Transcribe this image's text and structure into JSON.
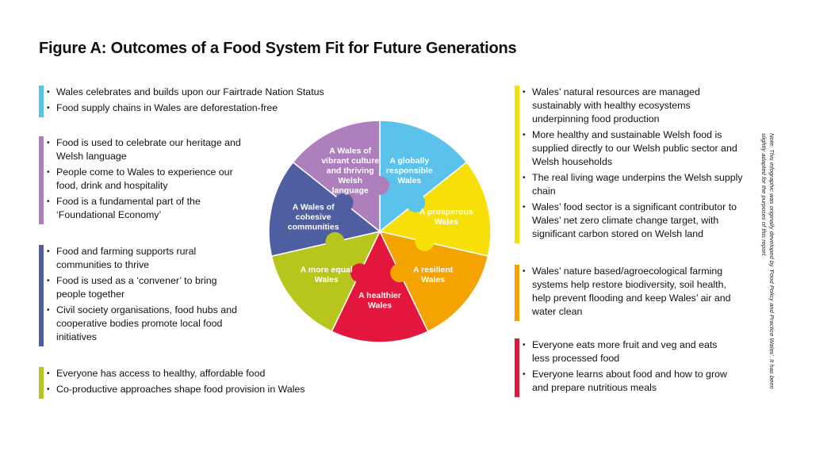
{
  "title": "Figure A: Outcomes of a Food System Fit for Future Generations",
  "note": "Note: This infographic was originally developed by 'Food Policy and Practice Wales'. It has been slightly adapted for the purposes of this report.",
  "segments": [
    {
      "color": "#5bc2ec",
      "lines": [
        "A globally",
        "responsible",
        "Wales"
      ]
    },
    {
      "color": "#f7e008",
      "lines": [
        "A prosperous",
        "Wales"
      ]
    },
    {
      "color": "#f4a300",
      "lines": [
        "A resilient",
        "Wales"
      ]
    },
    {
      "color": "#e3173e",
      "lines": [
        "A healthier",
        "Wales"
      ]
    },
    {
      "color": "#b8c51c",
      "lines": [
        "A more equal",
        "Wales"
      ]
    },
    {
      "color": "#4f5da1",
      "lines": [
        "A Wales of",
        "cohesive",
        "communities"
      ]
    },
    {
      "color": "#ad7fbd",
      "lines": [
        "A Wales of",
        "vibrant culture",
        "and thriving",
        "Welsh",
        "language"
      ]
    }
  ],
  "left_groups": [
    {
      "color": "#5bc2ec",
      "items": [
        "Wales celebrates and builds upon our Fairtrade Nation Status",
        "Food supply chains in Wales are deforestation-free"
      ]
    },
    {
      "color": "#ad7fbd",
      "items": [
        "Food is used to celebrate our heritage and Welsh language",
        "People come to Wales to experience our food, drink and hospitality",
        "Food is a fundamental part of the ‘Foundational Economy’"
      ]
    },
    {
      "color": "#4f5da1",
      "items": [
        "Food and farming supports rural communities to thrive",
        "Food is used as a ‘convener’ to bring people together",
        "Civil society organisations, food hubs and cooperative bodies promote local food initiatives"
      ]
    },
    {
      "color": "#b8c51c",
      "items": [
        "Everyone has access to healthy, affordable food",
        "Co-productive approaches shape food provision in Wales"
      ]
    }
  ],
  "right_groups": [
    {
      "color": "#f7e008",
      "items": [
        "Wales’ natural resources are managed sustainably with healthy ecosystems underpinning food production",
        "More healthy and sustainable Welsh food is supplied directly to our Welsh public sector and Welsh households",
        "The real living wage underpins the Welsh supply chain",
        "Wales’ food sector is a significant contributor to Wales’ net zero climate change target, with significant carbon stored on Welsh land"
      ]
    },
    {
      "color": "#f4a300",
      "items": [
        "Wales’ nature based/agroecological farming systems help restore biodiversity, soil health, help prevent flooding and keep Wales’ air and water clean"
      ]
    },
    {
      "color": "#e3173e",
      "items": [
        "Everyone eats more fruit and veg and eats less processed food",
        "Everyone learns about food and how to grow and prepare nutritious meals"
      ]
    }
  ]
}
